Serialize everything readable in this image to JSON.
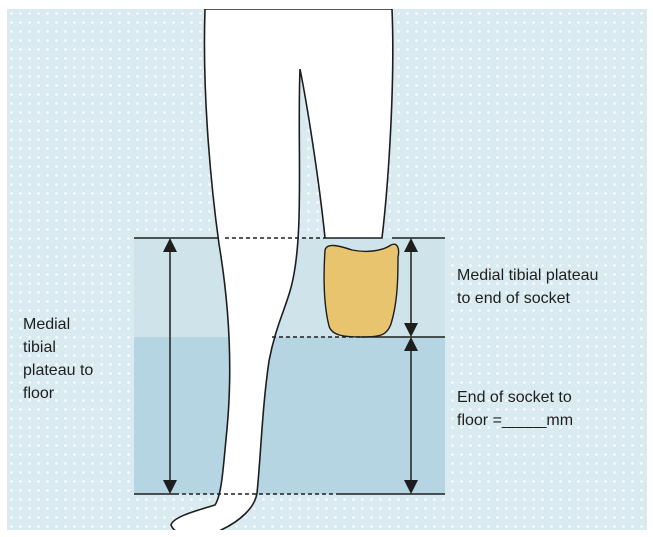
{
  "labels": {
    "left": [
      "Medial",
      "tibial",
      "plateau to",
      "floor"
    ],
    "upper_right": [
      "Medial tibial plateau",
      "to end of socket"
    ],
    "lower_right": [
      "End of socket to",
      "floor =_____mm"
    ]
  },
  "colors": {
    "background": "#d9ebf0",
    "upper_band": "#cfe3ea",
    "lower_band": "#b4d5e1",
    "socket": "#e8c46e",
    "lines": "#1e1e1e",
    "leg": "#ffffff"
  },
  "icons": {
    "leg": "leg-outline",
    "socket": "prosthetic-socket",
    "arrows": "double-headed-arrow"
  }
}
